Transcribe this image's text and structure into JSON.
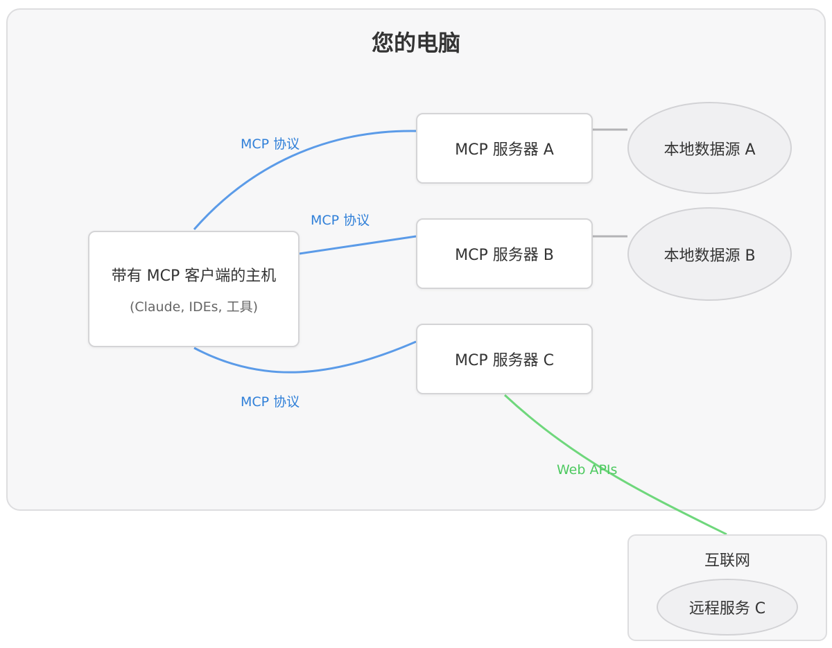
{
  "computer": {
    "title": "您的电脑"
  },
  "host": {
    "title": "带有 MCP 客户端的主机",
    "subtitle": "(Claude, IDEs, 工具)"
  },
  "servers": [
    {
      "label": "MCP 服务器 A"
    },
    {
      "label": "MCP 服务器 B"
    },
    {
      "label": "MCP 服务器 C"
    }
  ],
  "data_sources": [
    {
      "label": "本地数据源 A"
    },
    {
      "label": "本地数据源 B"
    }
  ],
  "internet": {
    "title": "互联网",
    "remote_service": "远程服务 C"
  },
  "edges": {
    "mcp_a": "MCP 协议",
    "mcp_b": "MCP 协议",
    "mcp_c": "MCP 协议",
    "web": "Web APIs"
  },
  "colors": {
    "mcp_line": "#5b9be8",
    "local_line": "#b3b3b6",
    "web_line": "#6fd77c"
  }
}
